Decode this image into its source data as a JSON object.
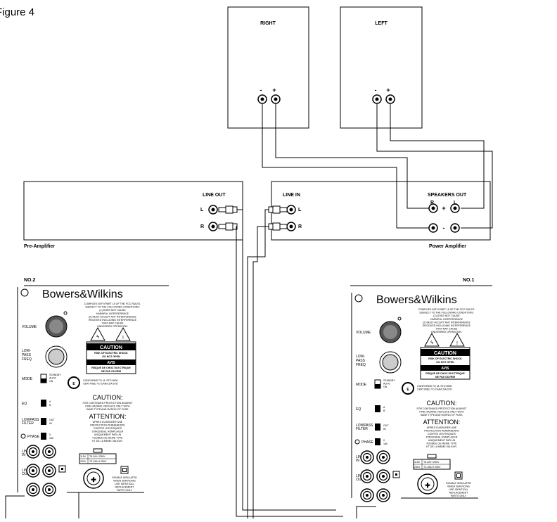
{
  "figure": {
    "title": "Figure 4"
  },
  "speakers": {
    "right": "RIGHT",
    "left": "LEFT",
    "minus": "-",
    "plus": "+"
  },
  "preamp": {
    "name": "Pre-Amplifier",
    "line_out": "LINE OUT",
    "l": "L",
    "r": "R"
  },
  "poweramp": {
    "name": "Power Amplifier",
    "line_in": "LINE IN",
    "speakers_out": "SPEAKERS OUT",
    "r": "R",
    "l": "L",
    "plus": "+",
    "minus": "-",
    "in_l": "L",
    "in_r": "R"
  },
  "sub": {
    "no2": "NO.2",
    "no1": "NO.1",
    "brand": "Bowers&Wilkins",
    "fcc": [
      "COMPLIES WITH PART 15 OF THE FCC RULES.",
      "SUBJECT TO THE FOLLOWING CONDITIONS:",
      "(1) DOES NOT CAUSE",
      "HARMFUL INTERFERENCE",
      "(2) MUST ACCEPT ANY INTERFERENCE",
      "RECEIVED INCLUDING INTERFERENCE",
      "THAT MAY CAUSE",
      "UNDESIRED OPERATION."
    ],
    "volume": "VOLUME",
    "lowpass": [
      "LOW-",
      "PASS",
      "FREQ"
    ],
    "mode": "MODE",
    "mode_opts": [
      "STANDBY",
      "AUTO",
      "ON"
    ],
    "eq": "EQ",
    "eq_opts": [
      "A",
      "B"
    ],
    "lowpass_filter": [
      "LOWPASS",
      "FILTER"
    ],
    "lpf_opts": [
      "OUT",
      "IN"
    ],
    "phase": "PHASE",
    "phase_opts": [
      "0",
      "180"
    ],
    "line_in": [
      "LINE",
      "IN"
    ],
    "line_out": [
      "LINE",
      "OUT"
    ],
    "caution_banner": "CAUTION",
    "risk": "RISK OF ELECTRIC SHOCK",
    "do_not_open": "DO NOT OPEN",
    "avis": "AVIS",
    "risque": "RISQUE DE CHOC ELECTRIQUE",
    "ne_pas": "NE PAS OUVRIR",
    "conforms": [
      "CONFORMS TO UL STD 6500",
      "CERTIFIED TO CAN/CSA STD"
    ],
    "caution_big": "CAUTION:",
    "caution_text": [
      "FOR CONTINUED PROTECTION AGAINST",
      "FIRE HAZARD, REPLACE ONLY WITH",
      "SAME TYPE AND RATING OF FUSE."
    ],
    "attention_big": "ATTENTION:",
    "attention_text": [
      "APRES D'ASSURER UNE",
      "PROTECTION PERMANENTE",
      "CONTRE LES RISQUES",
      "D'INCENDIE, REMPLACER",
      "UNIQUEMENT PAR UN",
      "FUSIBLE DE MEME TYPE",
      "ET DE LA MEME VALEUR."
    ],
    "fuse": [
      "T6.3A H 250V",
      "T3.15A H 250V"
    ],
    "voltage": [
      "115V",
      "230V"
    ],
    "double_insulated": [
      "DOUBLE INSULATED",
      "WHEN SERVICING",
      "USE IDENTICAL",
      "REPLACEMENT",
      "PARTS ONLY"
    ]
  }
}
